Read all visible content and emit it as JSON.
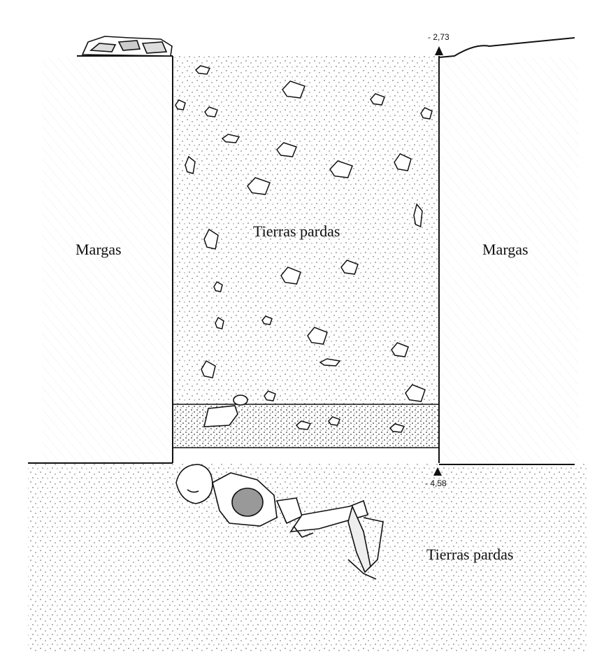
{
  "labels": {
    "margas_left": "Margas",
    "margas_right": "Margas",
    "fill": "Tierras pardas",
    "base": "Tierras pardas"
  },
  "elevations": {
    "top": "- 2,73",
    "bottom": "- 4,58"
  },
  "colors": {
    "ink": "#111111",
    "background": "#ffffff",
    "speckle": "#555555"
  }
}
